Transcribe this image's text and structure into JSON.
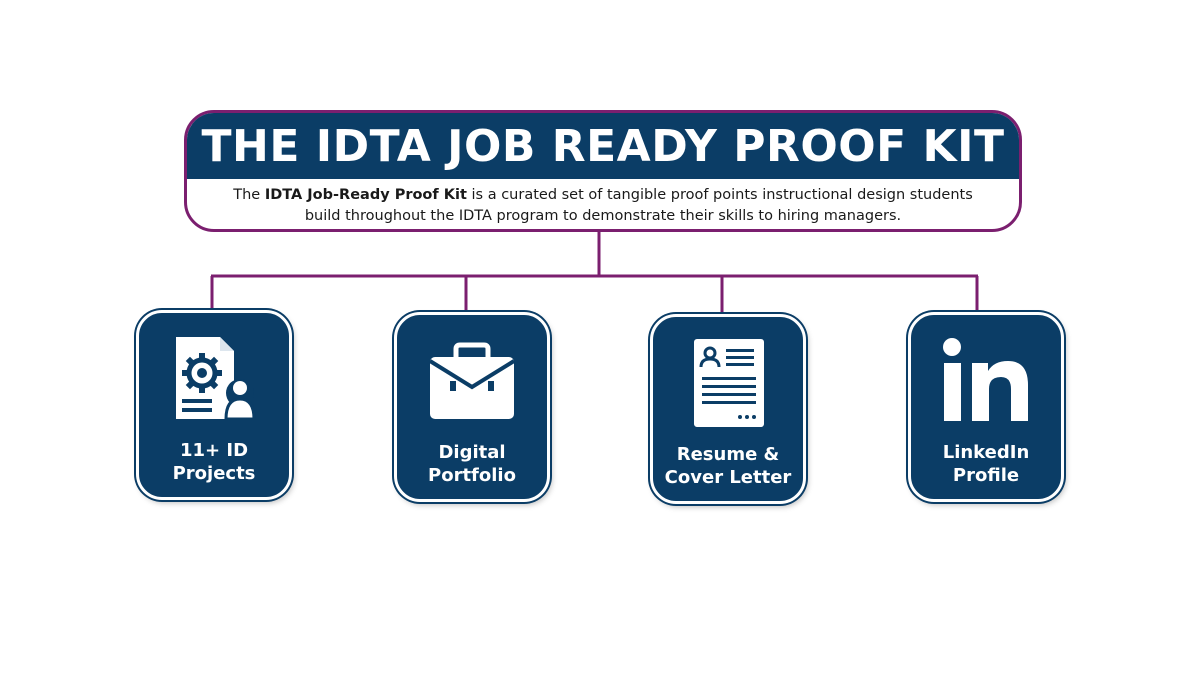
{
  "header": {
    "title": "THE IDTA JOB READY PROOF KIT",
    "description_bold": "IDTA Job-Ready Proof Kit",
    "description_prefix": "The",
    "description_rest_line1": "is a curated set of tangible proof points instructional design students",
    "description_line2": "build throughout the IDTA program to demonstrate their skills to hiring managers."
  },
  "cards": [
    {
      "label_line1": "11+ ID",
      "label_line2": "Projects",
      "icon": "document-gear-user-icon"
    },
    {
      "label_line1": "Digital",
      "label_line2": "Portfolio",
      "icon": "briefcase-icon"
    },
    {
      "label_line1": "Resume &",
      "label_line2": "Cover Letter",
      "icon": "resume-icon"
    },
    {
      "label_line1": "LinkedIn",
      "label_line2": "Profile",
      "icon": "linkedin-icon"
    }
  ],
  "colors": {
    "navy": "#0b3d66",
    "connector": "#7b1f6f",
    "white": "#ffffff"
  }
}
